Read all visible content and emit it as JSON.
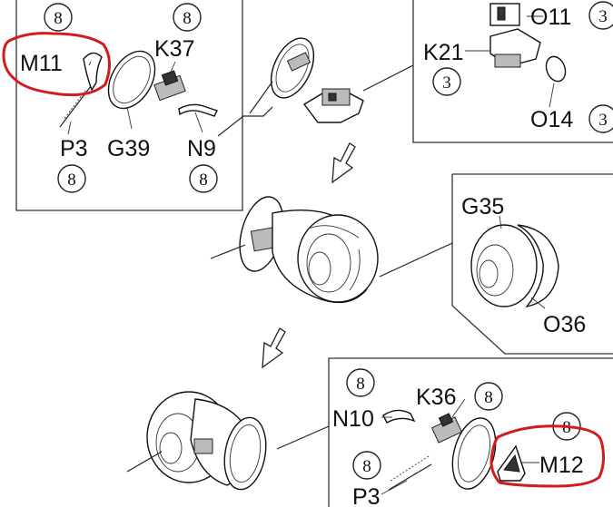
{
  "labels": {
    "m11": "M11",
    "k37": "K37",
    "p3_top": "P3",
    "g39": "G39",
    "n9": "N9",
    "o11": "O11",
    "k21": "K21",
    "o14": "O14",
    "g35": "G35",
    "o36": "O36",
    "k36": "K36",
    "n10": "N10",
    "m12": "M12",
    "p3_bottom": "P3"
  },
  "quantities": {
    "m11": "8",
    "k37": "8",
    "p3_top": "8",
    "n9": "8",
    "o11": "3",
    "k21": "3",
    "o14": "3",
    "n10": "8",
    "k36": "8",
    "m12": "8",
    "p3_bottom": "8"
  },
  "colors": {
    "highlight": "#d41b1b",
    "line": "#222222",
    "background": "#ffffff"
  }
}
